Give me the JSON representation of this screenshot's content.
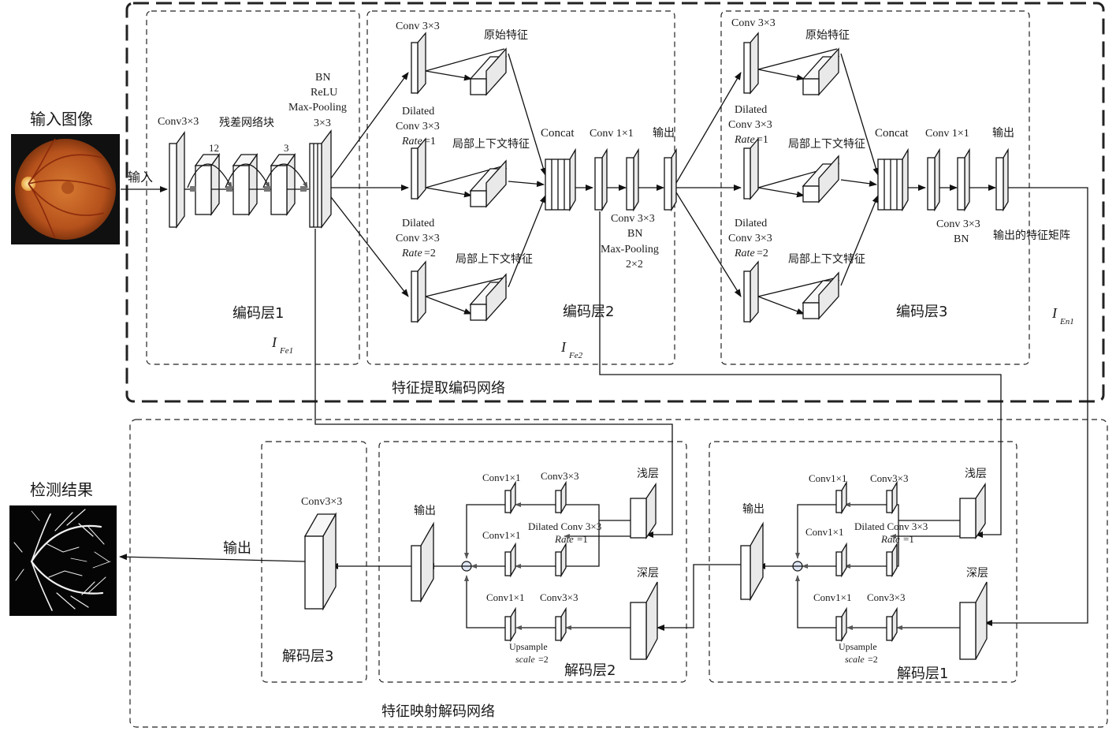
{
  "input_title": "输入图像",
  "result_title": "检测结果",
  "encoder": {
    "title": "特征提取编码网络",
    "tag": "I",
    "tag_sub": "En1",
    "layer1": {
      "title": "编码层1",
      "tag": "I",
      "tag_sub": "Fe1",
      "input_label": "输入",
      "conv_label": "Conv3×3",
      "res_label": "残差网络块",
      "res_num_a": "12",
      "res_num_b": "3",
      "bn": "BN",
      "relu": "ReLU",
      "maxpool": "Max-Pooling",
      "maxpool_size": "3×3"
    },
    "layer2": {
      "title": "编码层2",
      "tag": "I",
      "tag_sub": "Fe2",
      "conv_label": "Conv 3×3",
      "orig_feature": "原始特征",
      "dilated": "Dilated",
      "dconv": "Conv 3×3",
      "rate_word": "Rate",
      "rate1": "=1",
      "rate2": "=2",
      "local_ctx": "局部上下文特征",
      "concat": "Concat",
      "conv1x1": "Conv 1×1",
      "output": "输出",
      "below_conv": "Conv 3×3",
      "below_bn": "BN",
      "below_pool": "Max-Pooling",
      "below_pool_size": "2×2"
    },
    "layer3": {
      "title": "编码层3",
      "conv_label": "Conv 3×3",
      "orig_feature": "原始特征",
      "dilated": "Dilated",
      "dconv": "Conv 3×3",
      "rate_word": "Rate",
      "rate1": "=1",
      "rate2": "=2",
      "local_ctx": "局部上下文特征",
      "concat": "Concat",
      "conv1x1": "Conv 1×1",
      "output": "输出",
      "below_conv": "Conv 3×3",
      "below_bn": "BN",
      "out_matrix": "输出的特征矩阵"
    }
  },
  "decoder": {
    "title": "特征映射解码网络",
    "output_label": "输出",
    "layer3": {
      "title": "解码层3",
      "conv": "Conv3×3"
    },
    "layer2": {
      "title": "解码层2",
      "output": "输出",
      "shallow": "浅层",
      "deep": "深层",
      "conv1x1": "Conv1×1",
      "conv3x3": "Conv3×3",
      "dilated": "Dilated Conv 3×3",
      "rate_word": "Rate",
      "rate1": "=1",
      "upsample": "Upsample",
      "scale_word": "scale",
      "scale2": "=2"
    },
    "layer1": {
      "title": "解码层1",
      "output": "输出",
      "shallow": "浅层",
      "deep": "深层",
      "conv1x1": "Conv1×1",
      "conv3x3": "Conv3×3",
      "dilated": "Dilated Conv 3×3",
      "rate_word": "Rate",
      "rate1": "=1",
      "upsample": "Upsample",
      "scale_word": "scale",
      "scale2": "=2"
    }
  }
}
